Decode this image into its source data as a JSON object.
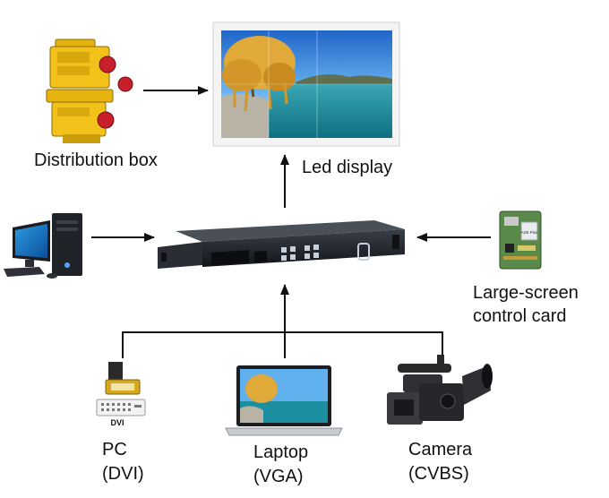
{
  "labels": {
    "distribution_box": "Distribution box",
    "led_display": "Led display",
    "control_card_line1": "Large-screen",
    "control_card_line2": "control card",
    "pc_line1": "PC",
    "pc_line2": "(DVI)",
    "laptop_line1": "Laptop",
    "laptop_line2": "(VGA)",
    "camera_line1": "Camera",
    "camera_line2": "(CVBS)",
    "dvi_connector": "DVI",
    "card_text": "AD8 Plus"
  },
  "colors": {
    "arrow": "#111111",
    "box_yellow": "#f2c21a",
    "socket_red": "#c8202a",
    "sky": "#2f7fd6",
    "water": "#1b8fa0",
    "tree": "#e0a93a",
    "device_body": "#1c1f24",
    "card_green": "#5a8a4a"
  },
  "icons": [
    "distribution-box-icon",
    "led-display-icon",
    "desktop-computer-icon",
    "video-processor-icon",
    "control-card-icon",
    "dvi-connector-icon",
    "laptop-icon",
    "camera-icon"
  ]
}
